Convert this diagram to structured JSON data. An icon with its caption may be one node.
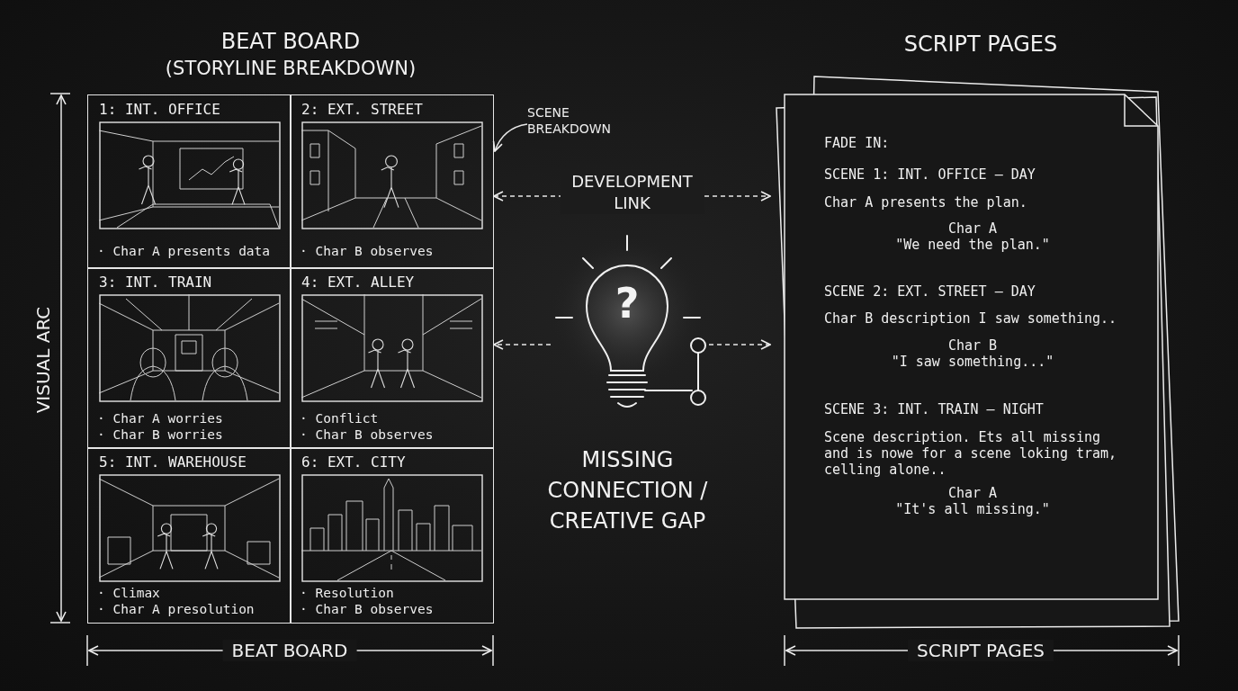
{
  "diagram": {
    "nodes": [
      {
        "text": [
          "BEAT BOARD",
          "(STORYLINE BREAKDOWN)"
        ]
      },
      {
        "text": [
          "1: INT. OFFICE",
          "· Char A presents data"
        ],
        "in": 0
      },
      {
        "text": [
          "2: EXT. STREET",
          "· Char B observes"
        ],
        "in": 0
      },
      {
        "text": [
          "3: INT. TRAIN",
          "· Char A worries",
          "· Char B worries"
        ],
        "in": 0
      },
      {
        "text": [
          "4: EXT. ALLEY",
          "· Conflict",
          "· Char B observes"
        ],
        "in": 0
      },
      {
        "text": [
          "5: INT. WAREHOUSE",
          "· Climax",
          "· Char A presolution"
        ],
        "in": 0
      },
      {
        "text": [
          "6: EXT. CITY",
          "· Resolution",
          "· Char B observes"
        ],
        "in": 0
      },
      {
        "text": [
          "SCENE BREAKDOWN"
        ]
      },
      {
        "text": [
          "?"
        ],
        "beside": [
          "MISSING CONNECTION / CREATIVE GAP"
        ]
      },
      {
        "text": [
          "SCRIPT PAGES",
          "FADE IN:",
          "SCENE 1: INT. OFFICE – DAY",
          "Char A presents the plan.",
          "Char A",
          "\"We need the plan.\"",
          "SCENE 2: EXT. STREET – DAY",
          "Char B description I saw something..",
          "Char B",
          "\"I saw something...\"",
          "SCENE 3: INT. TRAIN – NIGHT",
          "Scene description. Ets all missing and is nowe for a scene loking tram, celling alone..",
          "Char A",
          "\"It's all missing.\""
        ]
      }
    ],
    "edges": [
      {
        "from": 7,
        "to": 2,
        "arrow": "to"
      },
      {
        "from": 0,
        "to": 9,
        "arrow": "both",
        "label": "DEVELOPMENT LINK",
        "style": "dashed"
      },
      {
        "from": 8,
        "to": 0,
        "arrow": "to",
        "style": "dashed"
      },
      {
        "from": 8,
        "to": 9,
        "arrow": "to",
        "style": "dashed"
      }
    ],
    "labels": [
      "VISUAL ARC",
      "BEAT BOARD",
      "SCRIPT PAGES"
    ]
  }
}
